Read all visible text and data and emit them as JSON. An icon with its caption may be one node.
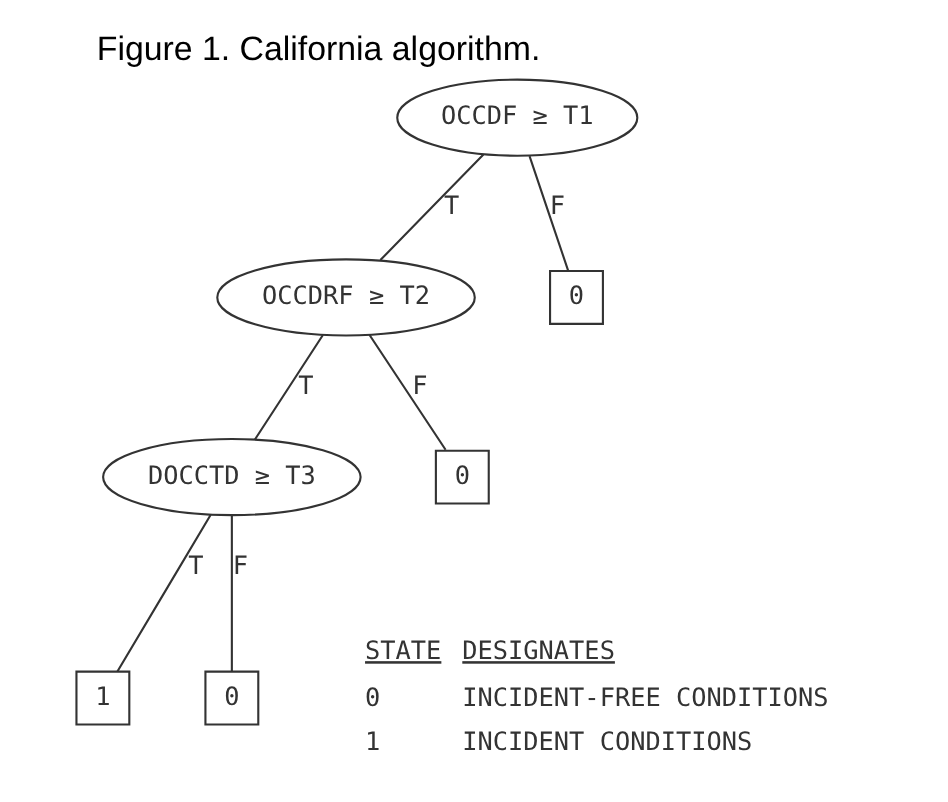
{
  "diagram": {
    "title": "Figure 1. California algorithm.",
    "nodes": [
      {
        "text": [
          "OCCDF ≥ T1"
        ]
      },
      {
        "text": [
          "OCCDRF ≥ T2"
        ]
      },
      {
        "text": [
          "0"
        ]
      },
      {
        "text": [
          "DOCCTD ≥ T3"
        ]
      },
      {
        "text": [
          "0"
        ]
      },
      {
        "text": [
          "1"
        ]
      },
      {
        "text": [
          "0"
        ]
      }
    ],
    "edges": [
      {
        "from": 0,
        "to": 1,
        "arrow": "none",
        "label": "T"
      },
      {
        "from": 0,
        "to": 2,
        "arrow": "none",
        "label": "F"
      },
      {
        "from": 1,
        "to": 3,
        "arrow": "none",
        "label": "T"
      },
      {
        "from": 1,
        "to": 4,
        "arrow": "none",
        "label": "F"
      },
      {
        "from": 3,
        "to": 5,
        "arrow": "none",
        "label": "T"
      },
      {
        "from": 3,
        "to": 6,
        "arrow": "none",
        "label": "F"
      }
    ],
    "labels": [
      "STATE",
      "DESIGNATES",
      "0",
      "INCIDENT-FREE CONDITIONS",
      "1",
      "INCIDENT CONDITIONS"
    ]
  }
}
